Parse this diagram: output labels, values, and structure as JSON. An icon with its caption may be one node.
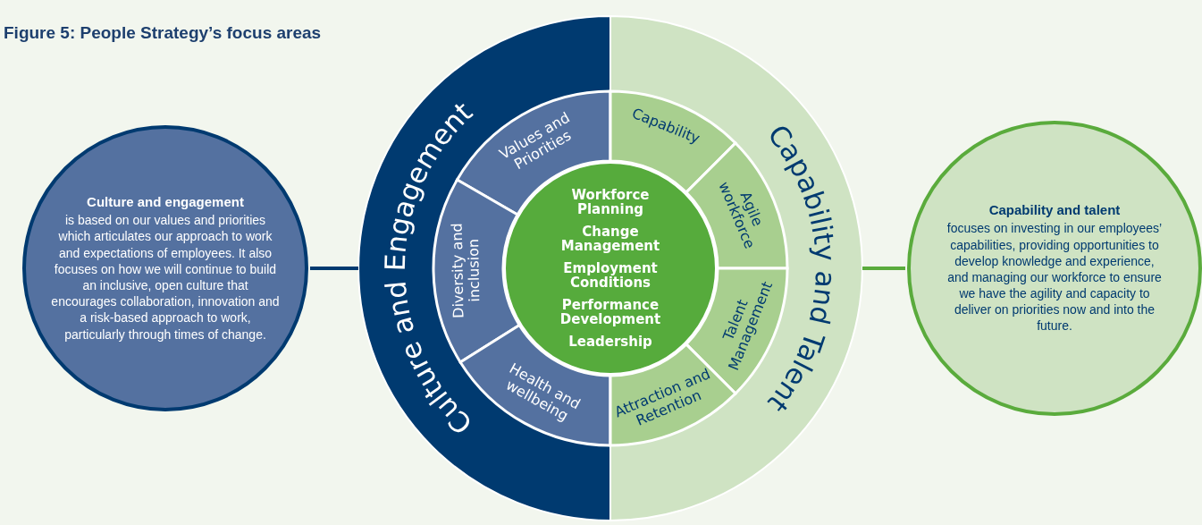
{
  "diagram": {
    "title": "Figure 5: People Strategy’s focus areas",
    "nodes": [
      {
        "text": [
          "Culture and engagement",
          "is based on our values and priorities which articulates our approach to work and expectations of employees. It also focuses on how we will continue to build an inclusive, open culture that encourages collaboration, innovation and a risk-based approach to work, particularly through times of change."
        ]
      },
      {
        "text": [
          "Culture and Engagement"
        ]
      },
      {
        "text": [
          "Capability and Talent"
        ]
      },
      {
        "text": [
          "Values and Priorities"
        ],
        "in": 1
      },
      {
        "text": [
          "Diversity and inclusion"
        ],
        "in": 1
      },
      {
        "text": [
          "Health and wellbeing"
        ],
        "in": 1
      },
      {
        "text": [
          "Capability"
        ],
        "in": 2
      },
      {
        "text": [
          "Agile workforce"
        ],
        "in": 2
      },
      {
        "text": [
          "Talent Management"
        ],
        "in": 2
      },
      {
        "text": [
          "Attraction and Retention"
        ],
        "in": 2
      },
      {
        "text": [
          "Workforce Planning",
          "Change Management",
          "Employment Conditions",
          "Performance Development",
          "Leadership"
        ]
      },
      {
        "text": [
          "Capability and talent",
          "focuses on investing in our employees’ capabilities, providing opportunities to develop knowledge and experience, and managing our workforce to ensure we have the agility and capacity to deliver on priorities now and into the future."
        ]
      }
    ],
    "edges": [
      {
        "from": 0,
        "to": 1,
        "arrow": "none",
        "color": "#003a70"
      },
      {
        "from": 2,
        "to": 11,
        "arrow": "none",
        "color": "#5aab3c"
      }
    ]
  }
}
